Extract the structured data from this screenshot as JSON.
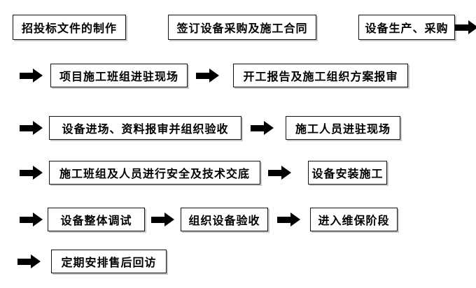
{
  "diagram": {
    "type": "flowchart",
    "background_color": "#ffffff",
    "node_border_color": "#111111",
    "arrow_color": "#000000",
    "text_color": "#000000",
    "nodes": [
      {
        "label": "招投标文件的制作"
      },
      {
        "label": "签订设备采购及施工合同"
      },
      {
        "label": "设备生产、采购"
      },
      {
        "label": "项目施工班组进驻现场"
      },
      {
        "label": "开工报告及施工组织方案报审"
      },
      {
        "label": "设备进场、资料报审并组织验收"
      },
      {
        "label": "施工人员进驻现场"
      },
      {
        "label": "施工班组及人员进行安全及技术交底"
      },
      {
        "label": "设备安装施工"
      },
      {
        "label": "设备整体调试"
      },
      {
        "label": "组织设备验收"
      },
      {
        "label": "进入维保阶段"
      },
      {
        "label": "定期安排售后回访"
      }
    ],
    "edges": [
      [
        2,
        3
      ],
      [
        3,
        4
      ],
      [
        4,
        5
      ],
      [
        5,
        6
      ],
      [
        6,
        7
      ],
      [
        7,
        8
      ],
      [
        8,
        9
      ],
      [
        9,
        10
      ],
      [
        10,
        11
      ],
      [
        11,
        12
      ]
    ],
    "arrow_count": 11
  }
}
